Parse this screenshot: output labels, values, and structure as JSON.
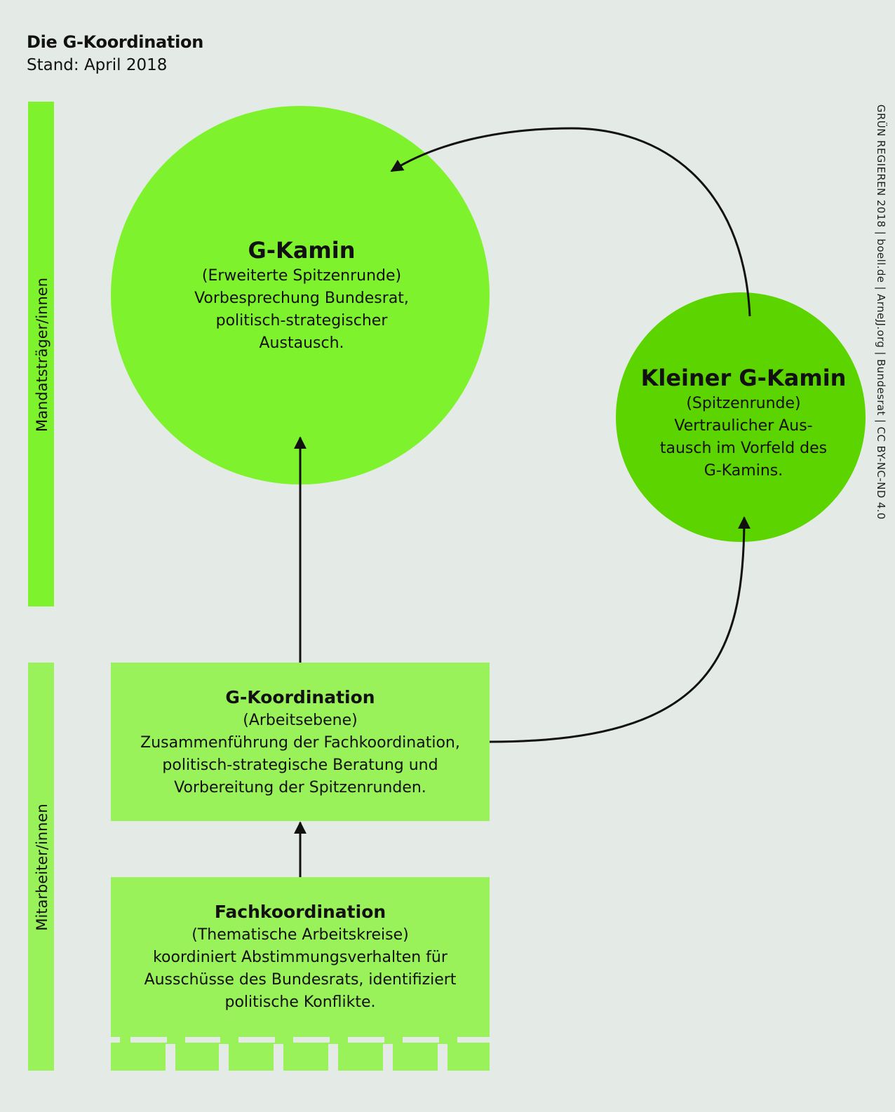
{
  "header": {
    "title": "Die G-Koordination",
    "subtitle": "Stand: April 2018"
  },
  "side_labels": {
    "mandatstraeger": "Mandatsträger/innen",
    "mitarbeiter": "Mitarbeiter/innen"
  },
  "credit": "GRÜN REGIEREN 2018 | boell.de | ArneJJ.org | Bundesrat | CC BY-NC-ND 4.0",
  "nodes": {
    "g_kamin": {
      "title": "G-Kamin",
      "lines": [
        "(Erweiterte Spitzenrunde)",
        "Vorbesprechung Bundesrat,",
        "politisch-strategischer",
        "Austausch."
      ]
    },
    "kleiner_g_kamin": {
      "title": "Kleiner G-Kamin",
      "lines": [
        "(Spitzenrunde)",
        "Vertraulicher Aus-",
        "tausch im Vorfeld des",
        "G-Kamins."
      ]
    },
    "g_koordination": {
      "title": "G-Koordination",
      "lines": [
        "(Arbeitsebene)",
        "Zusammenführung der Fachkoordination,",
        "politisch-strategische Beratung und",
        "Vorbereitung der Spitzenrunden."
      ]
    },
    "fachkoordination": {
      "title": "Fachkoordination",
      "lines": [
        "(Thematische Arbeitskreise)",
        "koordiniert Abstimmungsverhalten für",
        "Ausschüsse des Bundesrats, identifiziert",
        "politische Konflikte."
      ]
    }
  },
  "colors": {
    "background": "#e4eae6",
    "g_kamin": "#7ff22e",
    "kleiner_g_kamin": "#5cd400",
    "boxes": "#99f25a",
    "arrows": "#111111"
  }
}
